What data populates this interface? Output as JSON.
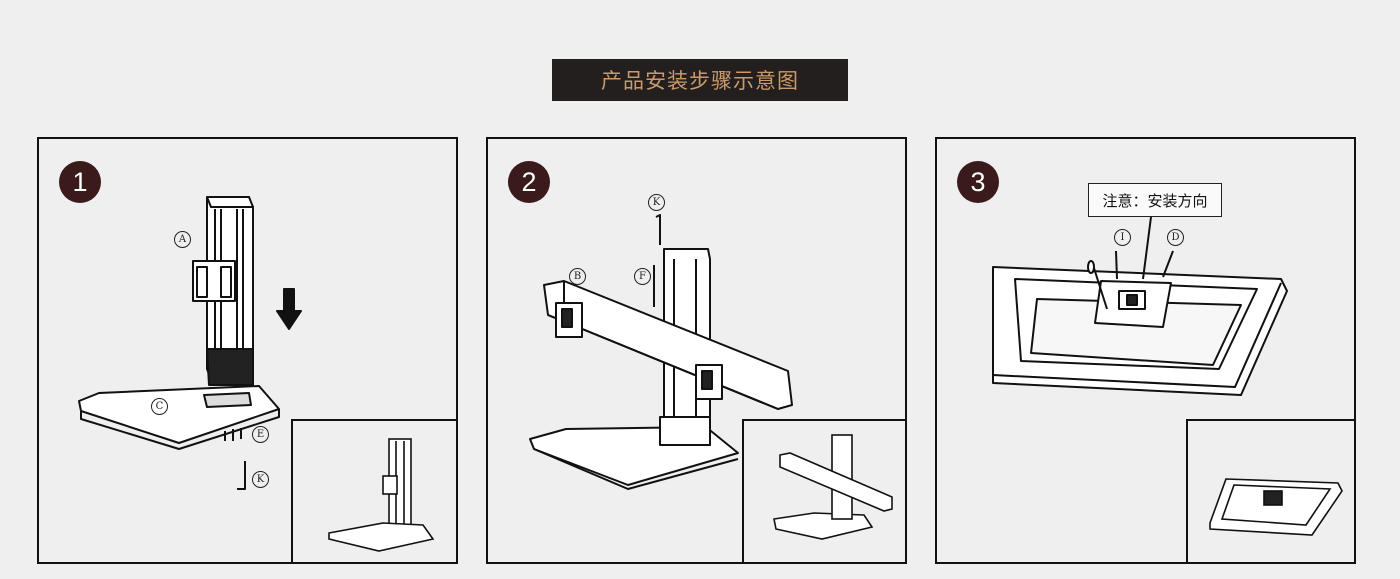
{
  "title": "产品安装步骤示意图",
  "steps": [
    {
      "number": "1",
      "labels": {
        "a": "A",
        "c": "C",
        "e": "E",
        "k": "K"
      }
    },
    {
      "number": "2",
      "labels": {
        "k": "K",
        "f": "F",
        "b": "B"
      }
    },
    {
      "number": "3",
      "note": "注意：安装方向",
      "labels": {
        "i": "I",
        "d": "D"
      }
    }
  ]
}
